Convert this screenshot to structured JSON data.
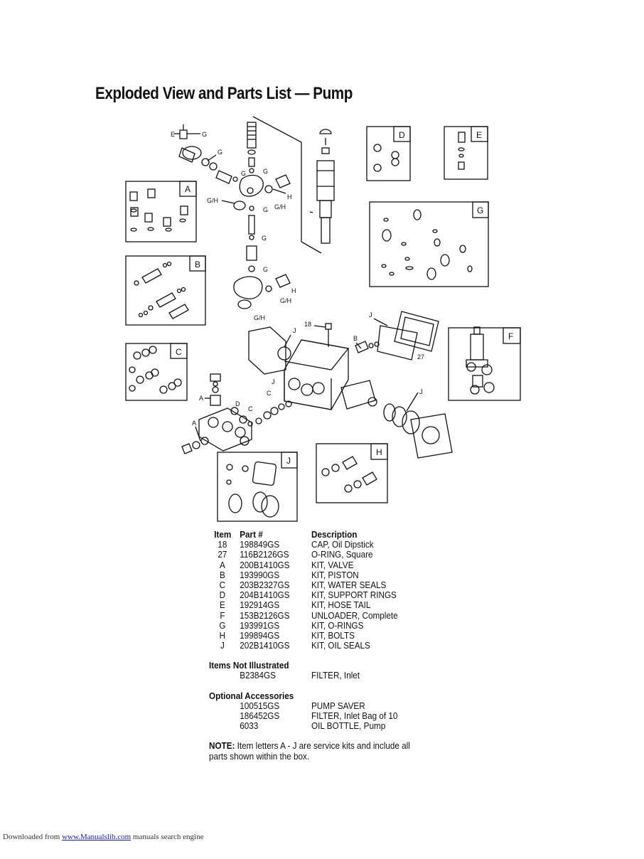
{
  "page": {
    "title": "Exploded View and Parts List — Pump"
  },
  "diagram": {
    "box_labels": [
      "A",
      "B",
      "C",
      "D",
      "E",
      "F",
      "G",
      "H",
      "J"
    ],
    "callouts": {
      "e": "E",
      "g": "G",
      "h": "H",
      "gh": "G/H",
      "n18": "18",
      "n27": "27",
      "j": "J",
      "a": "A",
      "b": "B",
      "c": "C",
      "d": "D"
    }
  },
  "parts_list": {
    "headers": {
      "item": "Item",
      "part": "Part #",
      "desc": "Description"
    },
    "rows": [
      {
        "item": "18",
        "part": "198849GS",
        "desc": "CAP, Oil Dipstick"
      },
      {
        "item": "27",
        "part": "116B2126GS",
        "desc": "O-RING, Square"
      },
      {
        "item": "A",
        "part": "200B1410GS",
        "desc": "KIT, VALVE"
      },
      {
        "item": "B",
        "part": "193990GS",
        "desc": "KIT, PISTON"
      },
      {
        "item": "C",
        "part": "203B2327GS",
        "desc": "KIT, WATER SEALS"
      },
      {
        "item": "D",
        "part": "204B1410GS",
        "desc": "KIT, SUPPORT RINGS"
      },
      {
        "item": "E",
        "part": "192914GS",
        "desc": "KIT, HOSE TAIL"
      },
      {
        "item": "F",
        "part": "153B2126GS",
        "desc": "UNLOADER, Complete"
      },
      {
        "item": "G",
        "part": "193991GS",
        "desc": "KIT, O-RINGS"
      },
      {
        "item": "H",
        "part": "199894GS",
        "desc": "KIT, BOLTS"
      },
      {
        "item": "J",
        "part": "202B1410GS",
        "desc": "KIT, OIL SEALS"
      }
    ],
    "not_illustrated": {
      "heading": "Items Not Illustrated",
      "rows": [
        {
          "part": "B2384GS",
          "desc": "FILTER, Inlet"
        }
      ]
    },
    "accessories": {
      "heading": "Optional Accessories",
      "rows": [
        {
          "part": "100515GS",
          "desc": "PUMP SAVER"
        },
        {
          "part": "186452GS",
          "desc": "FILTER, Inlet Bag of 10"
        },
        {
          "part": "6033",
          "desc": "OIL BOTTLE, Pump"
        }
      ]
    }
  },
  "note": {
    "label": "NOTE:",
    "text": " Item letters A - J are service kits and include all parts shown within the box."
  },
  "footer": {
    "prefix": "Downloaded from ",
    "link": "www.Manualslib.com",
    "suffix": "  manuals search engine"
  }
}
